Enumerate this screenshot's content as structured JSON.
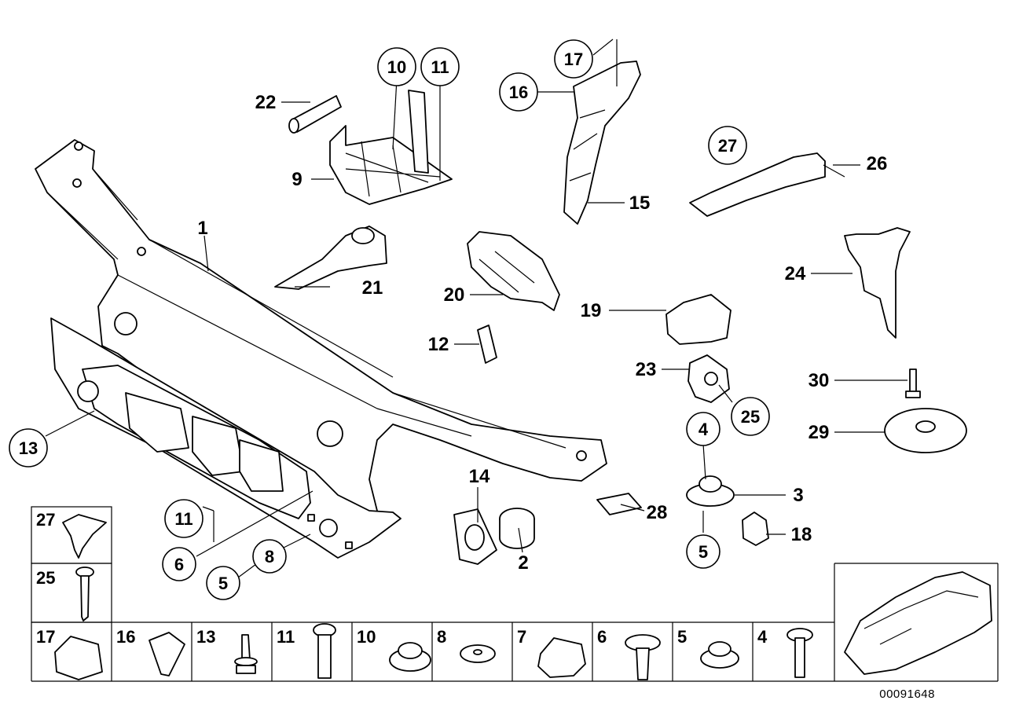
{
  "diagram": {
    "callouts": [
      "1",
      "2",
      "3",
      "4",
      "5",
      "5",
      "6",
      "8",
      "9",
      "10",
      "11",
      "11",
      "12",
      "13",
      "14",
      "15",
      "16",
      "17",
      "18",
      "19",
      "20",
      "21",
      "22",
      "23",
      "24",
      "25",
      "26",
      "27",
      "28",
      "29",
      "30"
    ],
    "legend_cells": [
      "27",
      "25",
      "17",
      "16",
      "13",
      "11",
      "10",
      "8",
      "7",
      "6",
      "5",
      "4"
    ],
    "catalog_number": "00091648"
  }
}
